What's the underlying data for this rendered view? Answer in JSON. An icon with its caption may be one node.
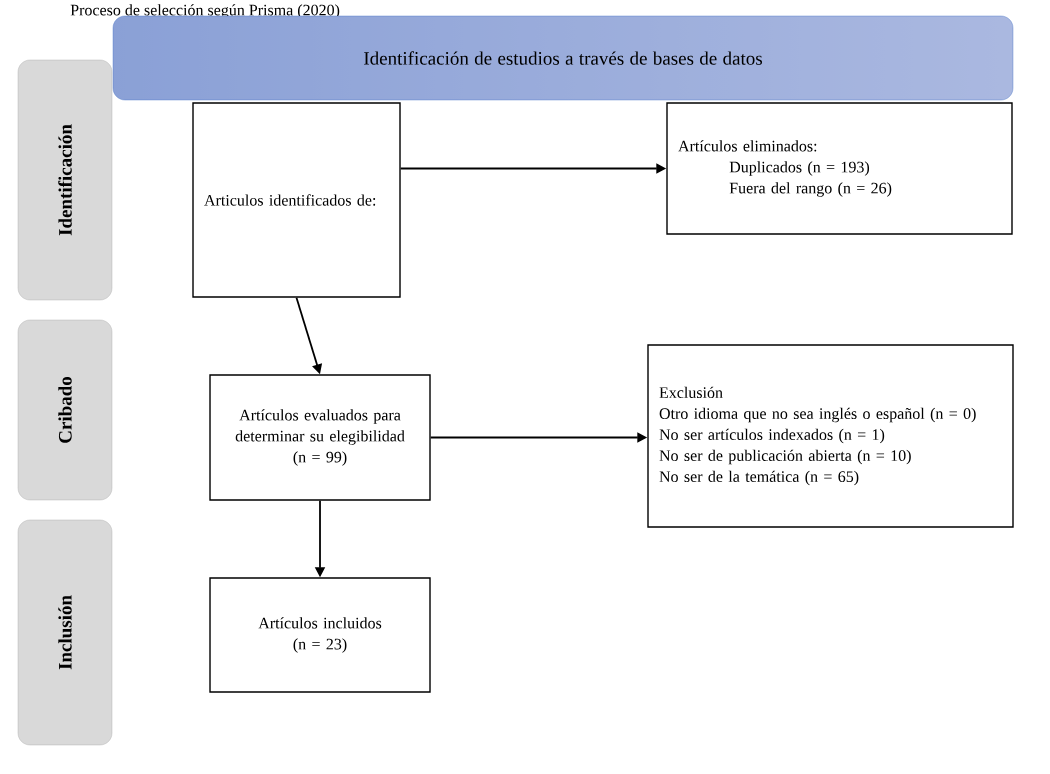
{
  "diagram": {
    "title": "Proceso de selección según Prisma (2020)",
    "nodes": [
      {
        "text": [
          "Identificación de estudios a través de bases de datos"
        ]
      },
      {
        "text": [
          "Identificación"
        ]
      },
      {
        "text": [
          "Cribado"
        ]
      },
      {
        "text": [
          "Inclusión"
        ]
      },
      {
        "text": [
          "Articulos identificados de:"
        ]
      },
      {
        "text": [
          "Artículos eliminados:",
          "Duplicados (n = 193)",
          "Fuera del rango (n = 26)"
        ]
      },
      {
        "text": [
          "Artículos evaluados para determinar su elegibilidad",
          "(n = 99)"
        ]
      },
      {
        "text": [
          "Exclusión",
          "Otro idioma que no sea inglés o español (n = 0)",
          "No ser artículos indexados (n = 1)",
          "No ser de publicación abierta (n = 10)",
          "No ser de la temática (n = 65)"
        ]
      },
      {
        "text": [
          "Artículos incluidos",
          "(n = 23)"
        ]
      }
    ],
    "edges": [
      {
        "from": 4,
        "to": 5,
        "arrow": "to"
      },
      {
        "from": 4,
        "to": 6,
        "arrow": "to"
      },
      {
        "from": 6,
        "to": 7,
        "arrow": "to"
      },
      {
        "from": 6,
        "to": 8,
        "arrow": "to"
      }
    ]
  }
}
